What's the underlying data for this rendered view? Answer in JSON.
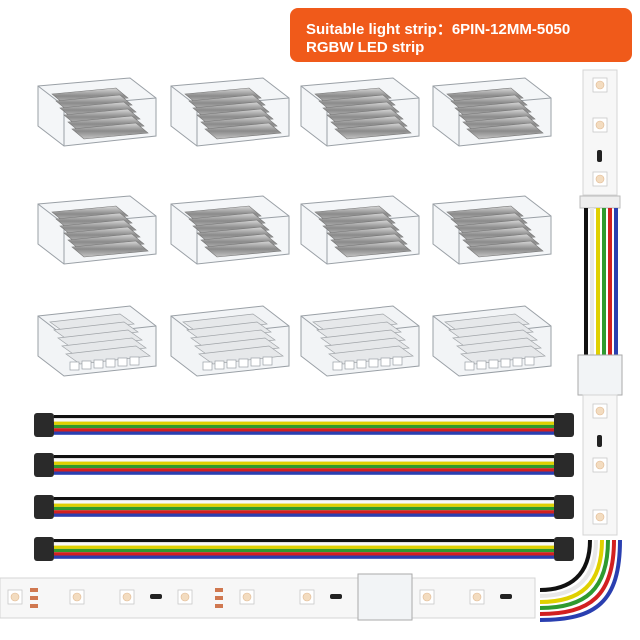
{
  "banner": {
    "line1": "Suitable light strip：6PIN-12MM-5050",
    "line2": "RGBW LED strip",
    "color": "#f05a1a"
  },
  "products": {
    "connector_rows": 3,
    "connector_cols": 4,
    "ribbon_cable_count": 4,
    "wire_colors": [
      "#111111",
      "#ffffff",
      "#e0d000",
      "#2f9a2f",
      "#d22020",
      "#2a3fb0"
    ]
  }
}
